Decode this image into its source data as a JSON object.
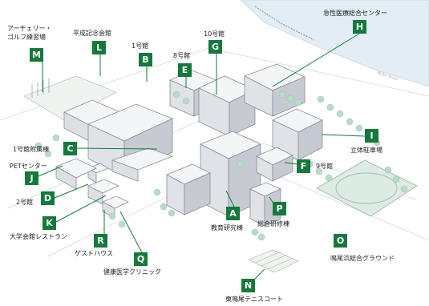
{
  "colors": {
    "marker": "#147a3c",
    "leader": "#147a3c",
    "building": "#f4f5f7",
    "building_edge": "#8a8f98",
    "tree": "#b8dcc8",
    "river": "#e2edf5",
    "field": "#dcebe4"
  },
  "river_label": "Muko River",
  "markers": {
    "a": {
      "letter": "A",
      "label": "教育研究棟"
    },
    "b": {
      "letter": "B",
      "label": "1号館"
    },
    "c": {
      "letter": "C",
      "label": "1号館附属棟"
    },
    "d": {
      "letter": "D",
      "label": "2号館"
    },
    "e": {
      "letter": "E",
      "label": "8号館"
    },
    "f": {
      "letter": "F",
      "label": "9号館"
    },
    "g": {
      "letter": "G",
      "label": "10号館"
    },
    "h": {
      "letter": "H",
      "label": "急性医療総合センター"
    },
    "i": {
      "letter": "I",
      "label": "立体駐車場"
    },
    "j": {
      "letter": "J",
      "label": "PETセンター"
    },
    "k": {
      "letter": "K",
      "label": "大学会館レストラン"
    },
    "l": {
      "letter": "L",
      "label": "平成記念会館"
    },
    "m": {
      "letter": "M",
      "label1": "アーチェリー・",
      "label2": "ゴルフ練習場"
    },
    "n": {
      "letter": "N",
      "label": "東鳴尾テニスコート"
    },
    "o": {
      "letter": "O",
      "label": "鳴尾浜総合グラウンド"
    },
    "p": {
      "letter": "P",
      "label": "総合研修棟"
    },
    "q": {
      "letter": "Q",
      "label": "健康医学クリニック"
    },
    "r": {
      "letter": "R",
      "label": "ゲストハウス"
    }
  }
}
